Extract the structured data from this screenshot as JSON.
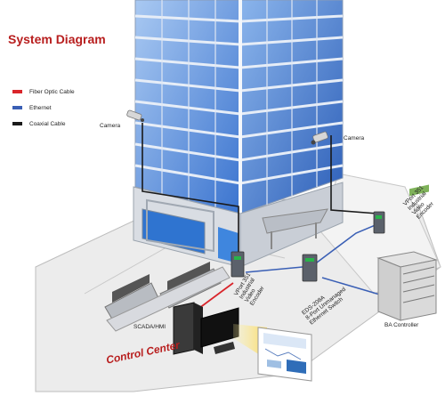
{
  "title": "System Diagram",
  "legend": [
    {
      "label": "Fiber Optic Cable",
      "color": "#d9252b"
    },
    {
      "label": "Ethernet",
      "color": "#3a5fb5"
    },
    {
      "label": "Coaxial Cable",
      "color": "#1a1a1a"
    }
  ],
  "labels": {
    "camera_left": "Camera",
    "camera_right": "Camera",
    "vport_right": [
      "VPort 351",
      "Industrial",
      "Video",
      "Encoder"
    ],
    "vport_center": [
      "VPort 351",
      "Industrial",
      "Video",
      "Encoder"
    ],
    "eds": [
      "EDS-208A",
      "8-Port Unmanaged",
      "Ethernet Switch"
    ],
    "scada": "SCADA/HMI",
    "ba": "BA Controller",
    "control_center": "Control Center"
  },
  "colors": {
    "title": "#b81e1e",
    "building_glass": "#3d7fd6",
    "floor": "#ececec"
  }
}
